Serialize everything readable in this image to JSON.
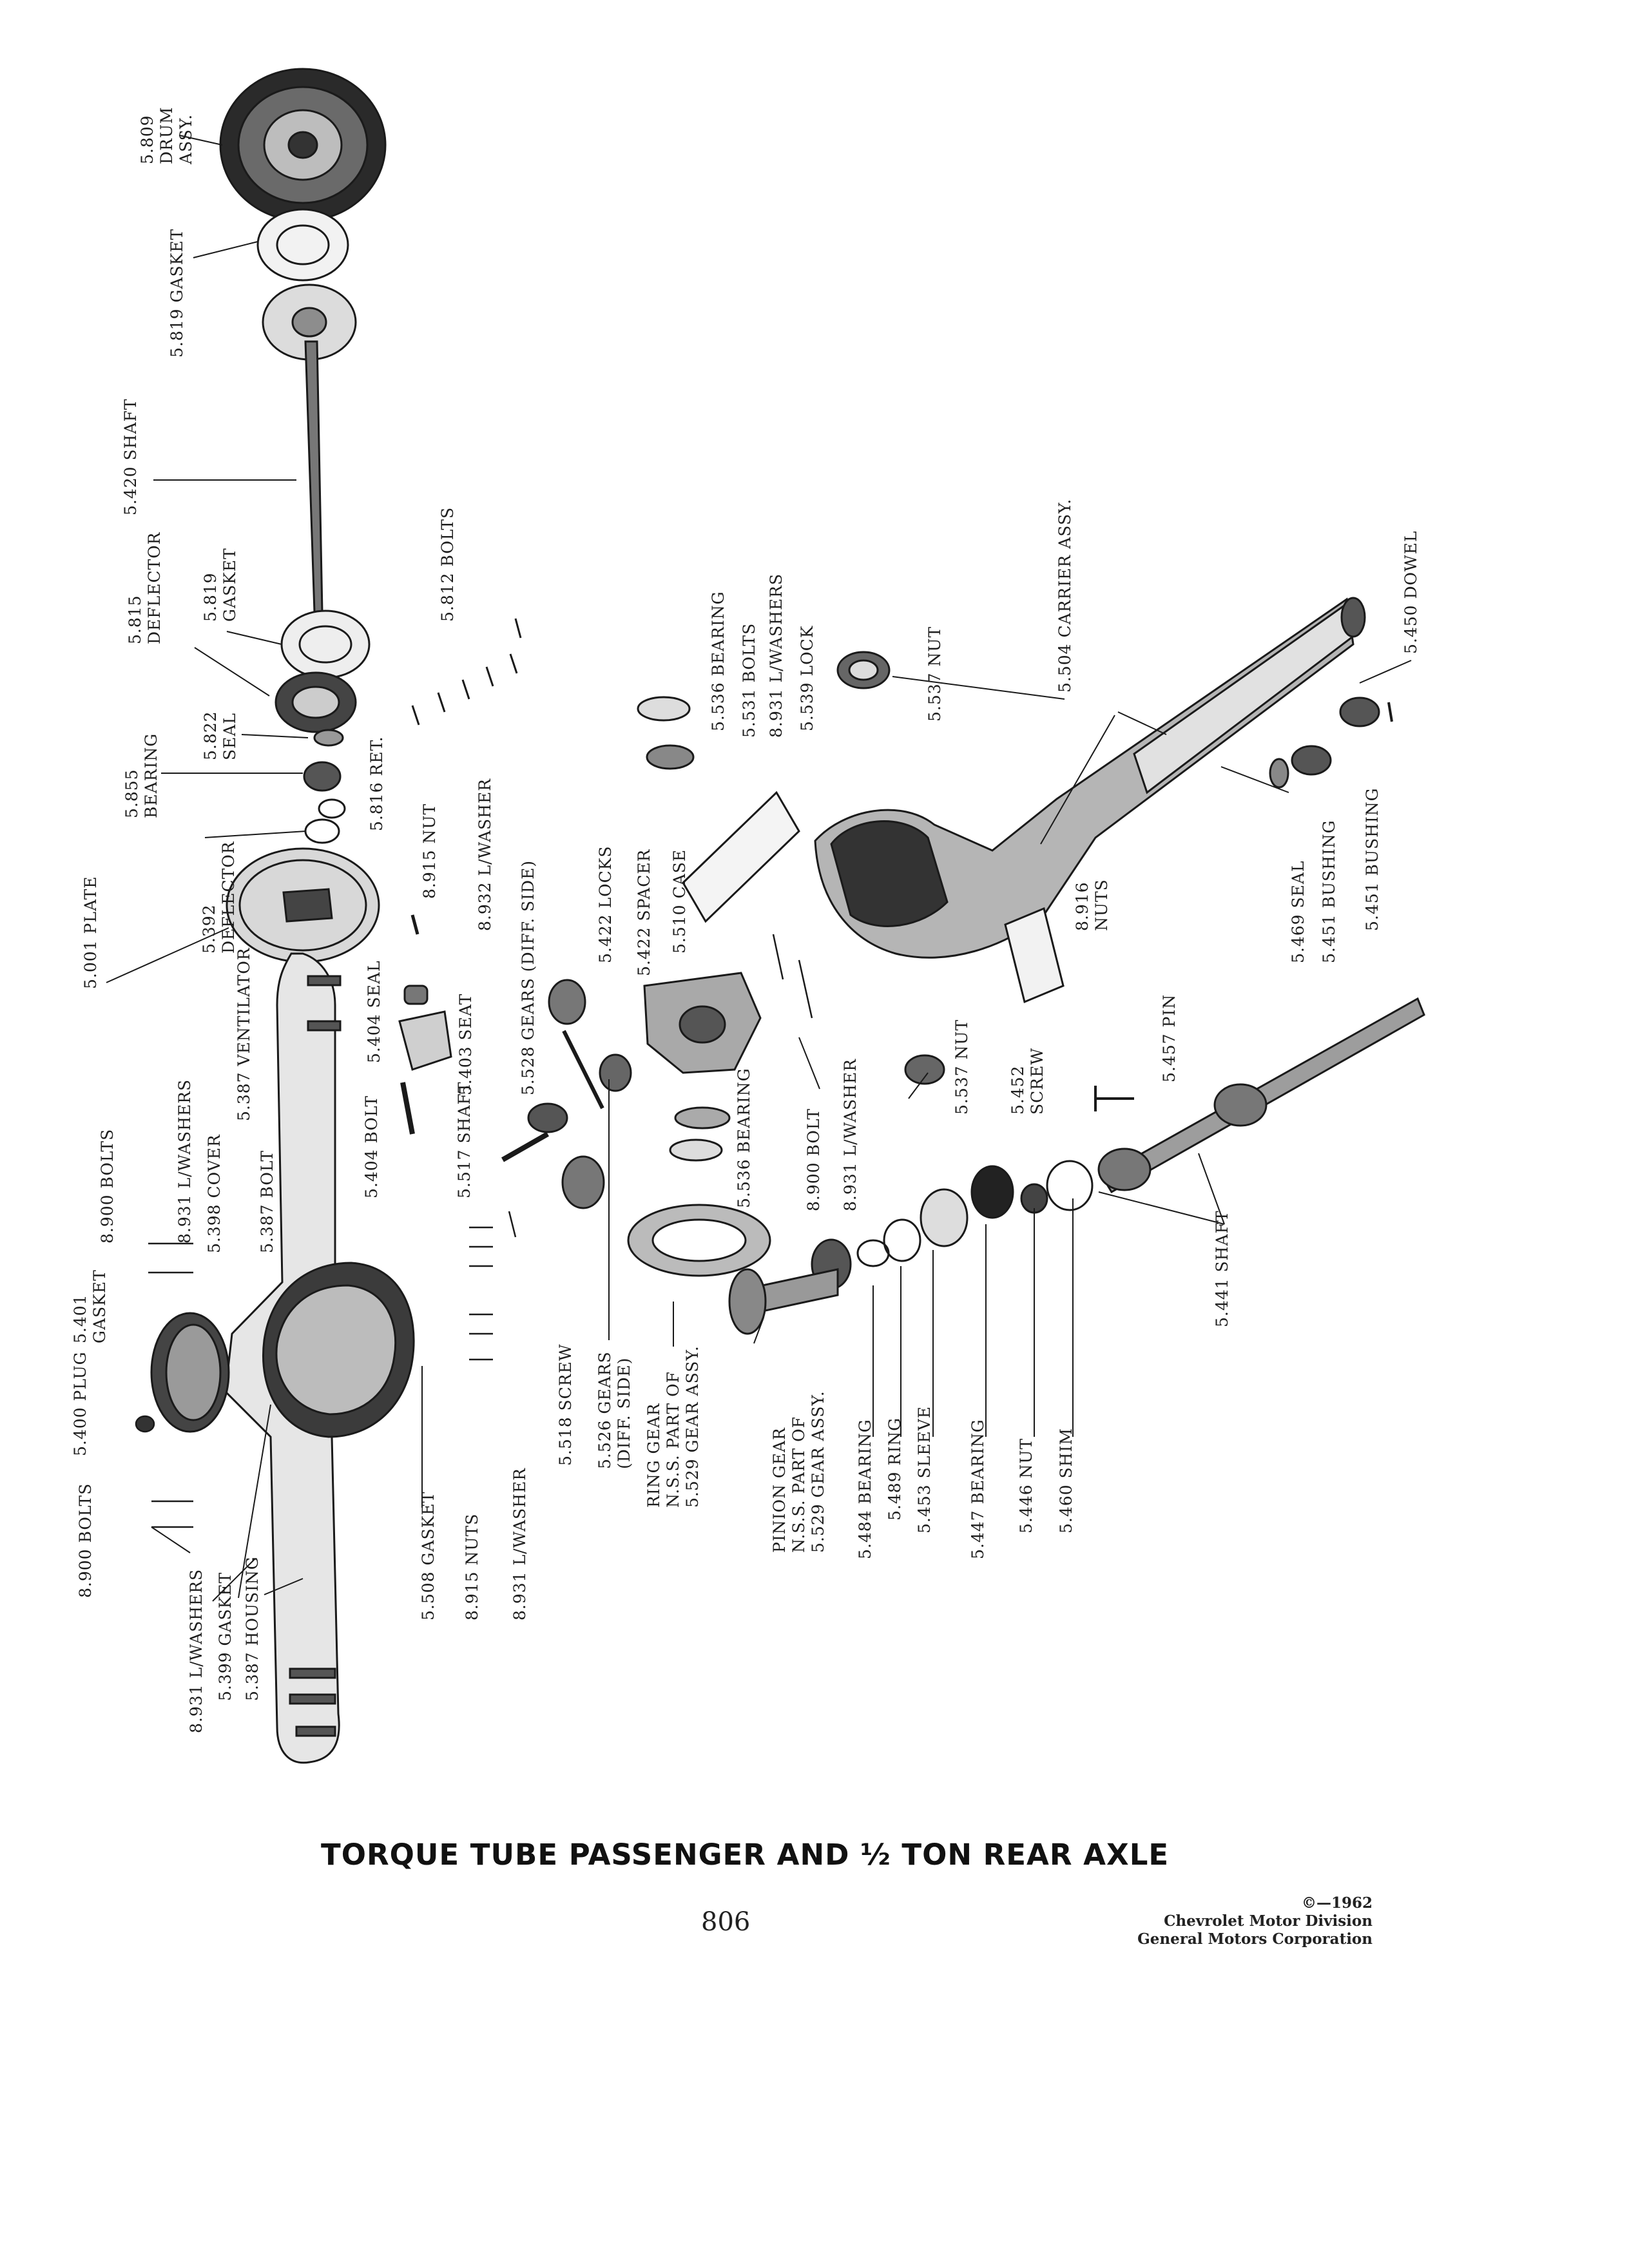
{
  "title": "TORQUE TUBE PASSENGER AND ½ TON REAR AXLE",
  "page_number": "806",
  "credit": {
    "copyright": "©—1962",
    "division": "Chevrolet Motor Division",
    "corporation": "General Motors Corporation"
  },
  "labels": [
    {
      "id": "drum",
      "lines": [
        "5.809",
        "DRUM",
        "ASSY."
      ]
    },
    {
      "id": "gasket-5819a",
      "lines": [
        "5.819 GASKET"
      ]
    },
    {
      "id": "shaft-5420",
      "lines": [
        "5.420 SHAFT"
      ]
    },
    {
      "id": "deflector-5815",
      "lines": [
        "5.815",
        "DEFLECTOR"
      ]
    },
    {
      "id": "gasket-5819b",
      "lines": [
        "5.819",
        "GASKET"
      ]
    },
    {
      "id": "bolts-5812",
      "lines": [
        "5.812 BOLTS"
      ]
    },
    {
      "id": "seal-5822",
      "lines": [
        "5.822",
        "SEAL"
      ]
    },
    {
      "id": "bearing-5855",
      "lines": [
        "5.855",
        "BEARING"
      ]
    },
    {
      "id": "ret-5816",
      "lines": [
        "5.816 RET."
      ]
    },
    {
      "id": "deflector-5392",
      "lines": [
        "5.392",
        "DEFLECTOR"
      ]
    },
    {
      "id": "plate-5001",
      "lines": [
        "5.001 PLATE"
      ]
    },
    {
      "id": "nut-8915",
      "lines": [
        "8.915 NUT"
      ]
    },
    {
      "id": "lwasher-8932",
      "lines": [
        "8.932 L/WASHER"
      ]
    },
    {
      "id": "ventilator-5387",
      "lines": [
        "5.387 VENTILATOR"
      ]
    },
    {
      "id": "seal-5404",
      "lines": [
        "5.404 SEAL"
      ]
    },
    {
      "id": "seat-5403",
      "lines": [
        "5.403 SEAT"
      ]
    },
    {
      "id": "gears-5528",
      "lines": [
        "5.528 GEARS (DIFF. SIDE)"
      ]
    },
    {
      "id": "locks-5422",
      "lines": [
        "5.422 LOCKS"
      ]
    },
    {
      "id": "spacer-5422",
      "lines": [
        "5.422 SPACER"
      ]
    },
    {
      "id": "case-5510",
      "lines": [
        "5.510 CASE"
      ]
    },
    {
      "id": "bearing-5536a",
      "lines": [
        "5.536 BEARING"
      ]
    },
    {
      "id": "bolts-5531",
      "lines": [
        "5.531 BOLTS"
      ]
    },
    {
      "id": "lwashers-8931a",
      "lines": [
        "8.931 L/WASHERS"
      ]
    },
    {
      "id": "lock-5539",
      "lines": [
        "5.539 LOCK"
      ]
    },
    {
      "id": "nut-5537a",
      "lines": [
        "5.537 NUT"
      ]
    },
    {
      "id": "carrier-5504",
      "lines": [
        "5.504 CARRIER ASSY."
      ]
    },
    {
      "id": "dowel-5450",
      "lines": [
        "5.450 DOWEL"
      ]
    },
    {
      "id": "nuts-8916",
      "lines": [
        "8.916",
        "NUTS"
      ]
    },
    {
      "id": "seal-5469",
      "lines": [
        "5.469 SEAL"
      ]
    },
    {
      "id": "bushing-5451a",
      "lines": [
        "5.451 BUSHING"
      ]
    },
    {
      "id": "bushing-5451b",
      "lines": [
        "5.451 BUSHING"
      ]
    },
    {
      "id": "lwashers-8931b",
      "lines": [
        "8.931 L/WASHERS"
      ]
    },
    {
      "id": "bolts-8900a",
      "lines": [
        "8.900 BOLTS"
      ]
    },
    {
      "id": "cover-5398",
      "lines": [
        "5.398 COVER"
      ]
    },
    {
      "id": "bolt-5387",
      "lines": [
        "5.387 BOLT"
      ]
    },
    {
      "id": "bolt-5404",
      "lines": [
        "5.404 BOLT"
      ]
    },
    {
      "id": "shaft-5517",
      "lines": [
        "5.517 SHAFT"
      ]
    },
    {
      "id": "bearing-5536b",
      "lines": [
        "5.536 BEARING"
      ]
    },
    {
      "id": "nut-5537b",
      "lines": [
        "5.537 NUT"
      ]
    },
    {
      "id": "bolt-8900b",
      "lines": [
        "8.900 BOLT"
      ]
    },
    {
      "id": "lwasher-8931c",
      "lines": [
        "8.931 L/WASHER"
      ]
    },
    {
      "id": "screw-5452",
      "lines": [
        "5.452",
        "SCREW"
      ]
    },
    {
      "id": "pin-5457",
      "lines": [
        "5.457 PIN"
      ]
    },
    {
      "id": "gasket-5401",
      "lines": [
        "5.401",
        "GASKET"
      ]
    },
    {
      "id": "plug-5400",
      "lines": [
        "5.400 PLUG"
      ]
    },
    {
      "id": "shaft-5441",
      "lines": [
        "5.441 SHAFT"
      ]
    },
    {
      "id": "bolts-8900c",
      "lines": [
        "8.900 BOLTS"
      ]
    },
    {
      "id": "lwashers-8931d",
      "lines": [
        "8.931 L/WASHERS"
      ]
    },
    {
      "id": "gasket-5399",
      "lines": [
        "5.399 GASKET"
      ]
    },
    {
      "id": "housing-5387",
      "lines": [
        "5.387 HOUSING"
      ]
    },
    {
      "id": "gasket-5508",
      "lines": [
        "5.508 GASKET"
      ]
    },
    {
      "id": "nuts-8915",
      "lines": [
        "8.915 NUTS"
      ]
    },
    {
      "id": "lwasher-8931e",
      "lines": [
        "8.931 L/WASHER"
      ]
    },
    {
      "id": "screw-5518",
      "lines": [
        "5.518 SCREW"
      ]
    },
    {
      "id": "gears-5526",
      "lines": [
        "5.526 GEARS",
        "(DIFF. SIDE)"
      ]
    },
    {
      "id": "ring-gear",
      "lines": [
        "RING GEAR",
        "N.S.S. PART OF",
        "5.529 GEAR ASSY."
      ]
    },
    {
      "id": "pinion-gear",
      "lines": [
        "PINION GEAR",
        "N.S.S. PART OF",
        "5.529 GEAR ASSY."
      ]
    },
    {
      "id": "bearing-5484",
      "lines": [
        "5.484 BEARING"
      ]
    },
    {
      "id": "ring-5489",
      "lines": [
        "5.489 RING"
      ]
    },
    {
      "id": "sleeve-5453",
      "lines": [
        "5.453 SLEEVE"
      ]
    },
    {
      "id": "bearing-5447",
      "lines": [
        "5.447 BEARING"
      ]
    },
    {
      "id": "nut-5446",
      "lines": [
        "5.446 NUT"
      ]
    },
    {
      "id": "shim-5460",
      "lines": [
        "5.460 SHIM"
      ]
    }
  ]
}
